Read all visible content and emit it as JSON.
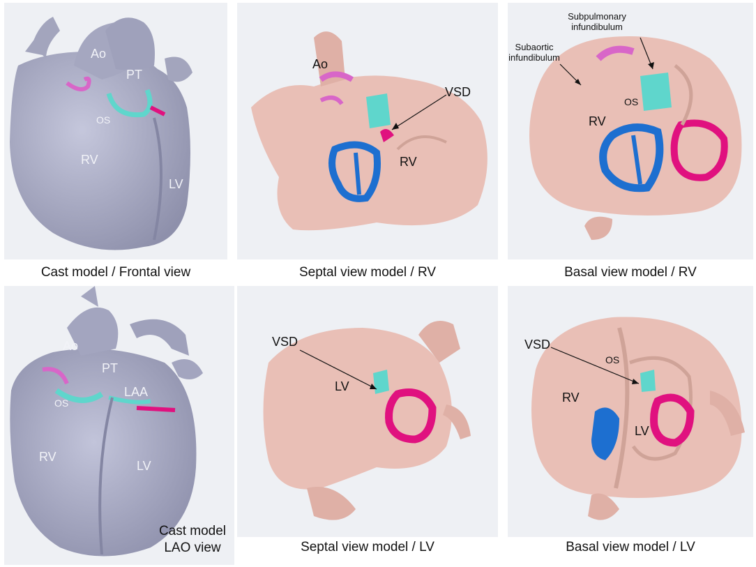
{
  "panels": {
    "cast_frontal": {
      "caption": "Cast model / Frontal view",
      "labels": {
        "ao": "Ao",
        "pt": "PT",
        "os": "OS",
        "rv": "RV",
        "lv": "LV"
      }
    },
    "septal_rv": {
      "caption": "Septal view model / RV",
      "labels": {
        "ao": "Ao",
        "vsd": "VSD",
        "rv": "RV"
      }
    },
    "basal_rv": {
      "caption": "Basal view model / RV",
      "labels": {
        "subpulmonary_1": "Subpulmonary",
        "subpulmonary_2": "infundibulum",
        "subaortic_1": "Subaortic",
        "subaortic_2": "infundibulum",
        "os": "OS",
        "rv": "RV"
      }
    },
    "cast_lao": {
      "caption_1": "Cast model",
      "caption_2": "LAO view",
      "labels": {
        "ao": "Ao",
        "pt": "PT",
        "laa": "LAA",
        "os": "OS",
        "rv": "RV",
        "lv": "LV"
      }
    },
    "septal_lv": {
      "caption": "Septal view model / LV",
      "labels": {
        "vsd": "VSD",
        "lv": "LV"
      }
    },
    "basal_lv": {
      "caption": "Basal view model / LV",
      "labels": {
        "vsd": "VSD",
        "os": "OS",
        "rv": "RV",
        "lv": "LV"
      }
    }
  },
  "colors": {
    "cast": "#a9abc4",
    "model": "#e9bfb6",
    "aortic_ring": "#d866c8",
    "pulmonary_ring": "#5fd6cc",
    "mitral_ring": "#e0117f",
    "tricuspid_ring": "#1d6fd0"
  }
}
